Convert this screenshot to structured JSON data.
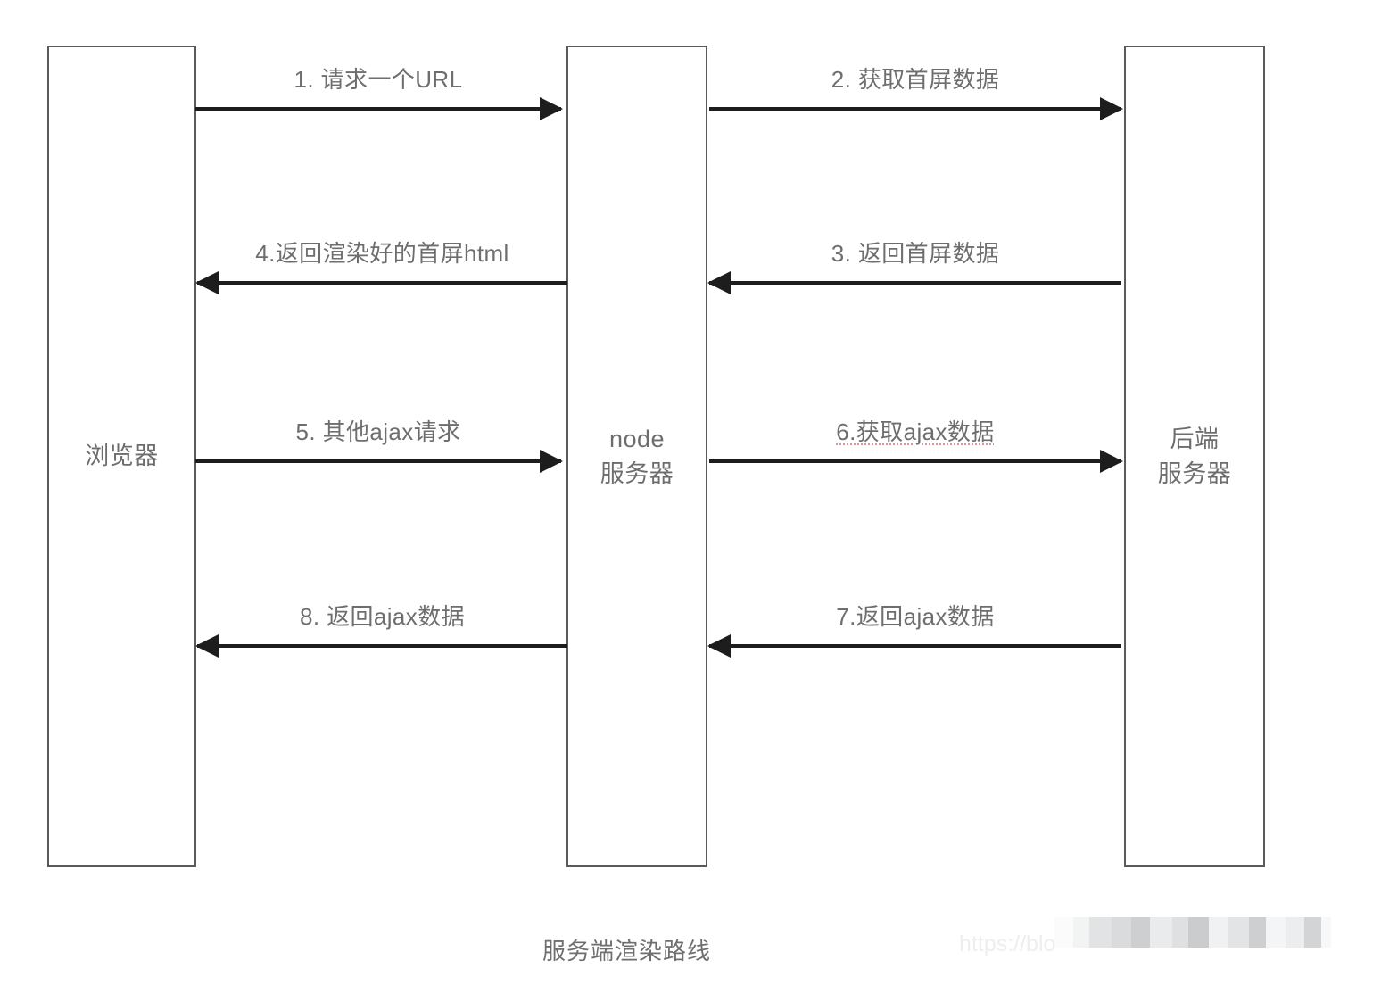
{
  "diagram": {
    "caption": "服务端渲染路线",
    "type": "sequence-diagram",
    "participants": [
      {
        "id": "browser",
        "label": "浏览器"
      },
      {
        "id": "node-server",
        "label": "node\n服务器"
      },
      {
        "id": "backend-server",
        "label": "后端\n服务器"
      }
    ],
    "messages": [
      {
        "order": "1",
        "label": "1. 请求一个URL",
        "from": "browser",
        "to": "node-server",
        "direction": "right",
        "spellcheck_underline": false
      },
      {
        "order": "2",
        "label": "2. 获取首屏数据",
        "from": "node-server",
        "to": "backend-server",
        "direction": "right",
        "spellcheck_underline": false
      },
      {
        "order": "3",
        "label": "3. 返回首屏数据",
        "from": "backend-server",
        "to": "node-server",
        "direction": "left",
        "spellcheck_underline": false
      },
      {
        "order": "4",
        "label": "4.返回渲染好的首屏html",
        "from": "node-server",
        "to": "browser",
        "direction": "left",
        "spellcheck_underline": false
      },
      {
        "order": "5",
        "label": "5. 其他ajax请求",
        "from": "browser",
        "to": "node-server",
        "direction": "right",
        "spellcheck_underline": false
      },
      {
        "order": "6",
        "label": "6.获取ajax数据",
        "from": "node-server",
        "to": "backend-server",
        "direction": "right",
        "spellcheck_underline": true
      },
      {
        "order": "7",
        "label": "7.返回ajax数据",
        "from": "backend-server",
        "to": "node-server",
        "direction": "left",
        "spellcheck_underline": false
      },
      {
        "order": "8",
        "label": "8. 返回ajax数据",
        "from": "node-server",
        "to": "browser",
        "direction": "left",
        "spellcheck_underline": false
      }
    ]
  },
  "watermark": {
    "text": "https://blo",
    "redacted": true
  },
  "colors": {
    "stroke": "#1d1d1d",
    "box_border": "#5a5a5a",
    "text": "#6e6e6e",
    "background": "#ffffff",
    "spellcheck": "#d65a5a"
  }
}
